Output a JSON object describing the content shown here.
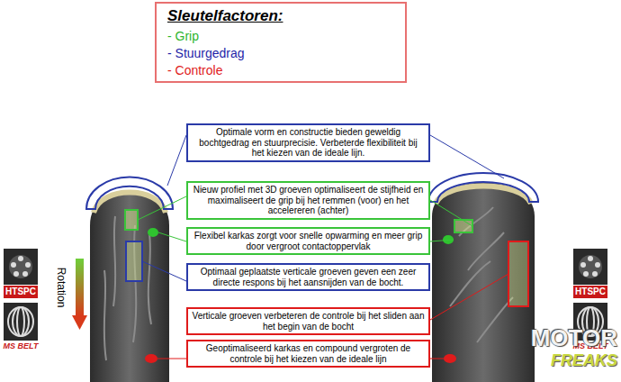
{
  "diagram": {
    "nodes": [
      {
        "text": [
          "Sleutelfactoren:",
          "- Grip",
          "- Stuurgedrag",
          "- Controle"
        ]
      },
      {
        "text": [
          "Optimale vorm en constructie bieden geweldig bochtgedrag en stuurprecisie. Verbeterde flexibiliteit bij het kiezen van de ideale lijn."
        ]
      },
      {
        "text": [
          "Nieuw profiel met 3D groeven optimaliseert de stijfheid en maximaliseert de grip bij het remmen (voor) en het accelereren (achter)"
        ]
      },
      {
        "text": [
          "Flexibel karkas zorgt voor snelle opwarming en meer grip door vergroot contactoppervlak"
        ]
      },
      {
        "text": [
          "Optimaal geplaatste verticale groeven geven een zeer directe respons bij het aansnijden van de bocht."
        ]
      },
      {
        "text": [
          "Verticale groeven verbeteren de controle bij het sliden aan het begin van de bocht"
        ]
      },
      {
        "text": [
          "Geoptimaliseerd karkas en compound vergroten de controle bij het kiezen van de ideale lijn"
        ]
      }
    ],
    "labels": [
      "HTSPC",
      "MS BELT",
      "Rotation",
      "HTSPC",
      "MS BELT",
      "MOTOR",
      "FREAKS"
    ]
  }
}
